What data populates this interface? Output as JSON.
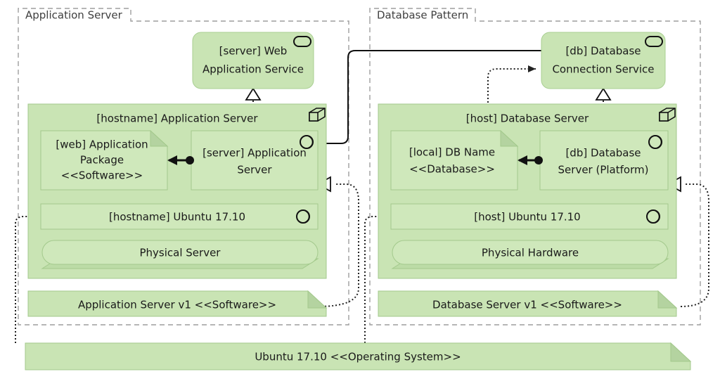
{
  "diagram": {
    "title_hidden": "",
    "type": "uml-deployment-diagram",
    "colors": {
      "node_fill": "#c9e4b4",
      "inner_fill": "#cfe8bb",
      "fold_fill": "#b0ceA0",
      "stroke_green": "#7aa25c",
      "stroke_dark": "#1a1a1a",
      "group_dash": "#9e9e9e",
      "text": "#1a1a1a",
      "canvas": "#ffffff"
    }
  },
  "groups": [
    {
      "id": "group-application-server",
      "label": "Application Server"
    },
    {
      "id": "group-database-pattern",
      "label": "Database Pattern"
    }
  ],
  "services": [
    {
      "id": "web-application-service",
      "line1": "[server] Web",
      "line2": "Application Service",
      "icon": "service-pill-icon"
    },
    {
      "id": "database-connection-service",
      "line1": "[db] Database",
      "line2": "Connection Service",
      "icon": "service-pill-icon"
    }
  ],
  "nodes": [
    {
      "id": "application-server-node",
      "title": "[hostname] Application Server",
      "icon": "node-cube-icon",
      "artifact": {
        "id": "web-application-package",
        "lines": [
          "[web] Application",
          "Package",
          "<<Software>>"
        ]
      },
      "component": {
        "id": "server-application-server",
        "lines": [
          "[server] Application",
          "Server"
        ],
        "icon": "system-software-icon"
      },
      "os": {
        "id": "hostname-ubuntu",
        "label": "[hostname] Ubuntu 17.10",
        "icon": "system-software-icon"
      },
      "device": {
        "id": "physical-server",
        "label": "Physical Server"
      }
    },
    {
      "id": "database-server-node",
      "title": "[host] Database Server",
      "icon": "node-cube-icon",
      "artifact": {
        "id": "local-db-name",
        "lines": [
          "[local] DB Name",
          "<<Database>>"
        ]
      },
      "component": {
        "id": "db-database-server-platform",
        "lines": [
          "[db] Database",
          "Server (Platform)"
        ],
        "icon": "system-software-icon"
      },
      "os": {
        "id": "host-ubuntu",
        "label": "[host] Ubuntu 17.10",
        "icon": "system-software-icon"
      },
      "device": {
        "id": "physical-hardware",
        "label": "Physical Hardware"
      }
    }
  ],
  "artifact_banners": [
    {
      "id": "application-server-v1",
      "label": "Application Server v1 <<Software>>"
    },
    {
      "id": "database-server-v1",
      "label": "Database Server v1 <<Software>>"
    }
  ],
  "os_banner": {
    "id": "ubuntu-operating-system",
    "label": "Ubuntu 17.10 <<Operating System>>"
  },
  "connectors": [
    {
      "id": "realization-web-app-service",
      "style": "dotted",
      "head": "hollow-triangle",
      "from": "server-application-server",
      "to": "web-application-service"
    },
    {
      "id": "realization-db-connection-service",
      "style": "dotted",
      "head": "hollow-triangle",
      "from": "db-database-server-platform",
      "to": "database-connection-service"
    },
    {
      "id": "dependency-db-name-to-connection-service",
      "style": "dotted",
      "head": "open-arrow",
      "from": "local-db-name",
      "to": "database-connection-service"
    },
    {
      "id": "required-interface-app-to-db-service",
      "style": "solid",
      "head": "open-arrow",
      "from": "database-connection-service",
      "to": "server-application-server"
    },
    {
      "id": "assembly-app-package-to-app-server",
      "style": "solid",
      "head": "ball-and-socket",
      "from": "server-application-server",
      "to": "web-application-package"
    },
    {
      "id": "assembly-db-name-to-db-server",
      "style": "solid",
      "head": "ball-and-socket",
      "from": "db-database-server-platform",
      "to": "local-db-name"
    },
    {
      "id": "realization-app-server-v1",
      "style": "dotted",
      "head": "hollow-triangle",
      "from": "application-server-v1",
      "to": "server-application-server"
    },
    {
      "id": "realization-db-server-v1",
      "style": "dotted",
      "head": "hollow-triangle",
      "from": "database-server-v1",
      "to": "db-database-server-platform"
    },
    {
      "id": "realization-ubuntu-to-hostname-ubuntu",
      "style": "dotted",
      "head": "hollow-triangle",
      "from": "ubuntu-operating-system",
      "to": "hostname-ubuntu"
    },
    {
      "id": "realization-ubuntu-to-host-ubuntu",
      "style": "dotted",
      "head": "hollow-triangle",
      "from": "ubuntu-operating-system",
      "to": "host-ubuntu"
    }
  ]
}
